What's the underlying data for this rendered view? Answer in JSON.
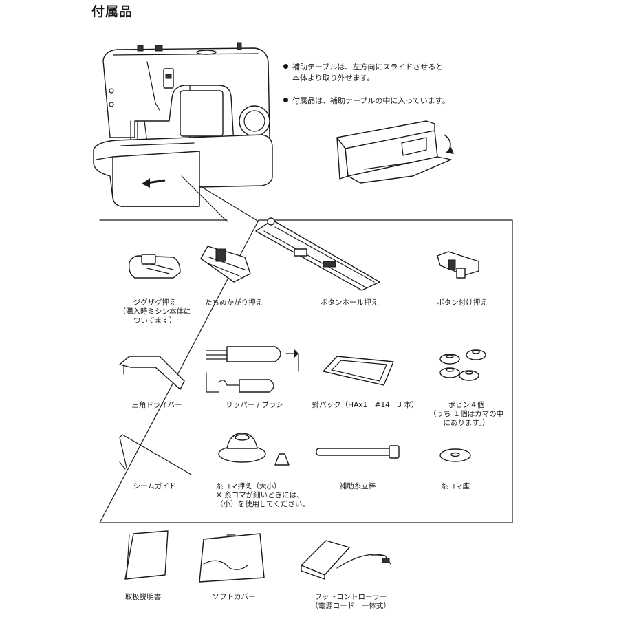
{
  "page": {
    "title": "付属品"
  },
  "notes": [
    "補助テーブルは、左方向にスライドさせると",
    "本体より取り外せます。",
    "付属品は、補助テーブルの中に入っています。"
  ],
  "accessories": {
    "zigzag_foot": "ジグザグ押え\n（購入時ミシン本体に\nついてます）",
    "overcast_foot": "たちめかがり押え",
    "buttonhole_foot": "ボタンホール押え",
    "button_sewing_foot": "ボタン付け押え",
    "screwdriver": "三角ドライバー",
    "ripper_brush": "リッパー / ブラシ",
    "needle_pack": "針パック（HAx1　#14　3 本）",
    "bobbins": "ボビン４個\n（うち １個はカマの中\nにあります。）",
    "seam_guide": "シームガイド",
    "spool_cap": "糸コマ押え（大小）\n※ 糸コマが細いときには、\n（小）を使用してください。",
    "spool_pin": "補助糸立棒",
    "spool_felt": "糸コマ座",
    "manual": "取扱説明書",
    "soft_cover": "ソフトカバー",
    "foot_controller": "フットコントローラー\n（電源コード　一体式）"
  },
  "icons": [
    "sewing-machine-icon",
    "accessory-box-icon",
    "slide-arrow-icon"
  ]
}
